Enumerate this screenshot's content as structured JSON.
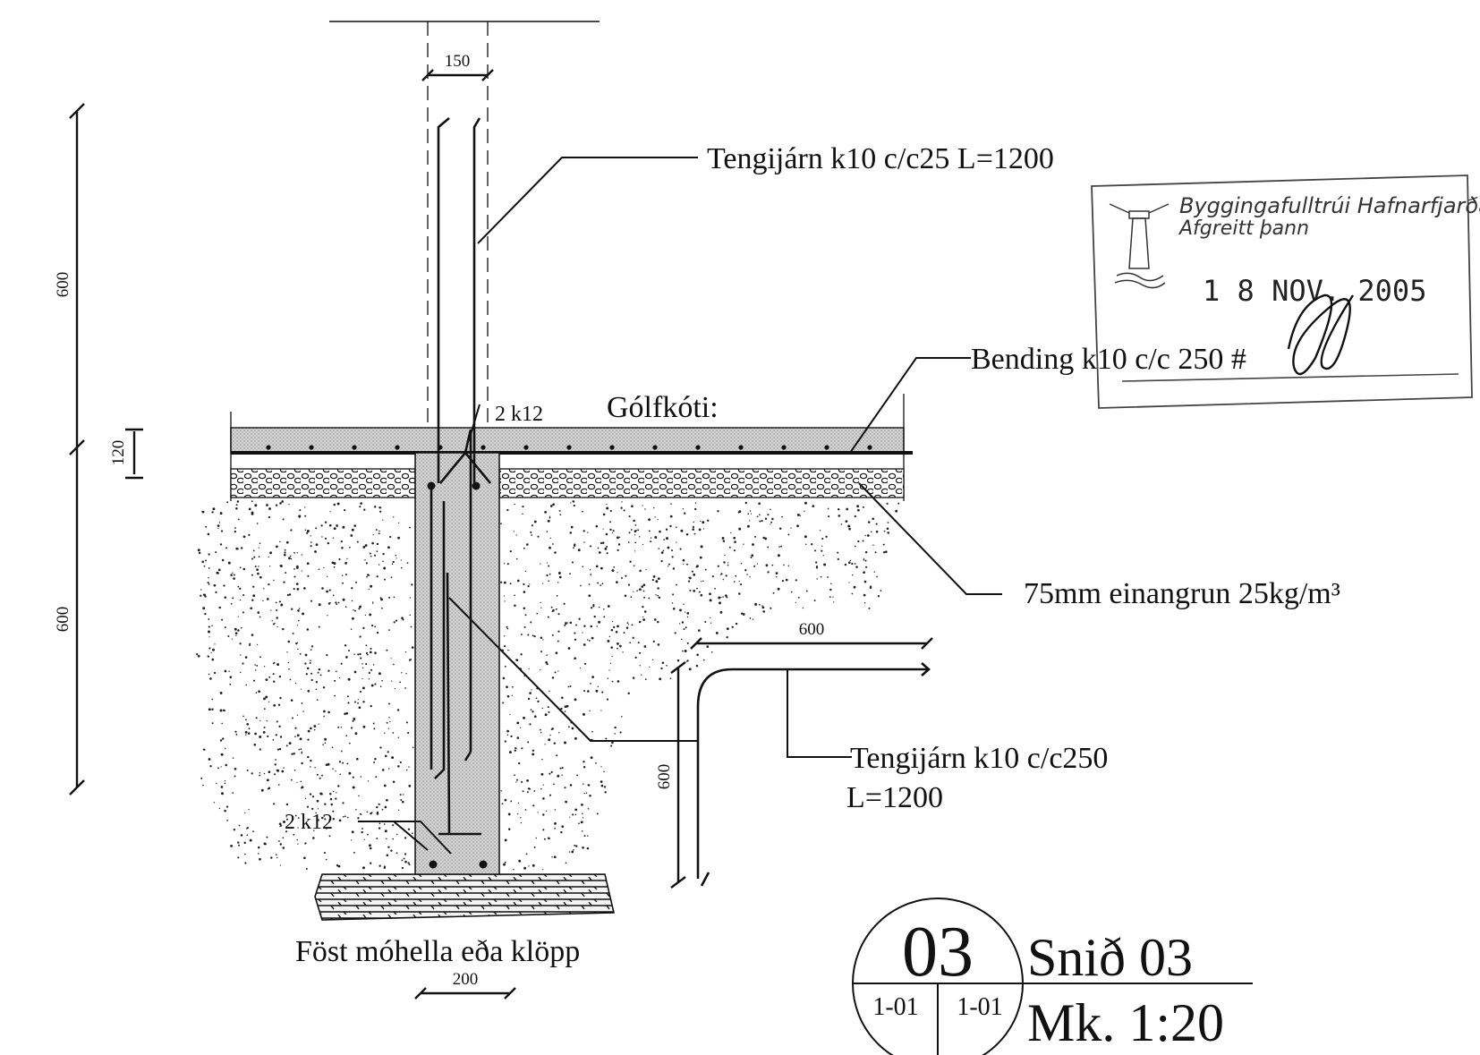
{
  "labels": {
    "rebar_top": "Tengijárn k10 c/c25 L=1200",
    "bending": "Bending k10 c/c 250 #",
    "floor_level": "Gólfkóti:",
    "rebar_2k12_top": "2 k12",
    "insulation": "75mm einangrun 25kg/m³",
    "rebar_bottom_line1": "Tengijárn k10 c/c250",
    "rebar_bottom_line2": "L=1200",
    "rebar_2k12_bottom": "2 k12",
    "foundation_base": "Föst móhella eða klöpp"
  },
  "dimensions": {
    "wall_width": "150",
    "upper_height": "600",
    "slab_thickness": "120",
    "lower_height": "600",
    "bar_length_horizontal": "600",
    "bar_length_vertical": "600",
    "footing_width": "200"
  },
  "title_block": {
    "number": "03",
    "ref_left": "1-01",
    "ref_right": "1-01",
    "title": "Snið 03",
    "scale": "Mk. 1:20"
  },
  "stamp": {
    "line1": "Byggingafulltrúi Hafnarfjarðar",
    "line2": "Afgreitt þann",
    "date": "1 8 NOV. 2005"
  },
  "colors": {
    "line": "#111111",
    "concrete": "#cfcfcf",
    "stamp": "#333333"
  }
}
